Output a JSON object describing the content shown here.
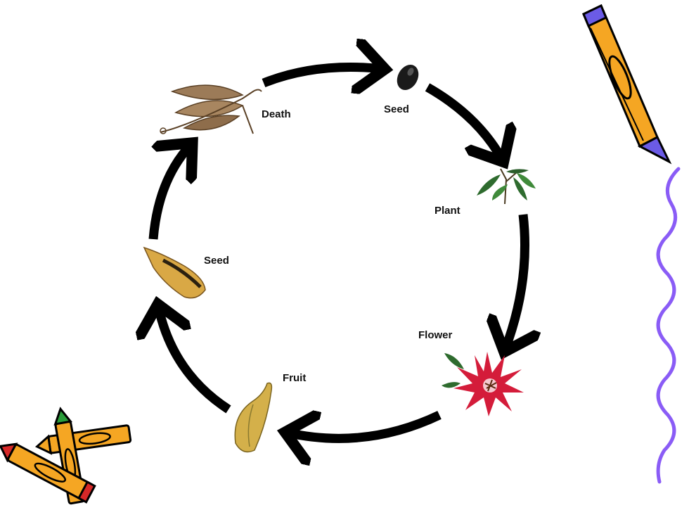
{
  "diagram": {
    "type": "cycle",
    "stages": [
      {
        "id": "death",
        "label": "Death",
        "image": "dried-leaves-icon"
      },
      {
        "id": "seed-black",
        "label": "Seed",
        "image": "black-seed-icon"
      },
      {
        "id": "plant",
        "label": "Plant",
        "image": "seedling-icon"
      },
      {
        "id": "flower",
        "label": "Flower",
        "image": "red-flower-icon"
      },
      {
        "id": "fruit",
        "label": "Fruit",
        "image": "yellow-fruit-icon"
      },
      {
        "id": "seed-split",
        "label": "Seed",
        "image": "split-seed-icon"
      }
    ],
    "arrow_color": "#000000"
  },
  "decorations": {
    "pencil_color": "#F5A623",
    "pencil_accent": "#6B5BE6",
    "squiggle_color": "#8A5CF6",
    "crayon_tips": [
      "#D62828",
      "#2A9D3A"
    ]
  }
}
